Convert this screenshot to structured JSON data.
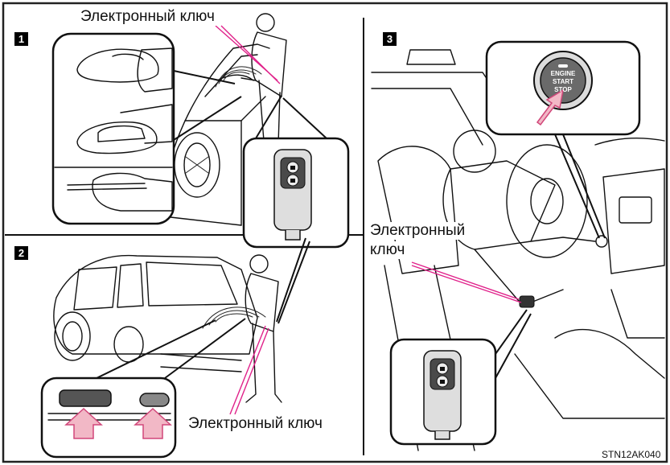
{
  "panels": {
    "p1": {
      "number": "1"
    },
    "p2": {
      "number": "2"
    },
    "p3": {
      "number": "3"
    }
  },
  "labels": {
    "key_p1": "Электронный ключ",
    "key_p2": "Электронный ключ",
    "key_p3_line1": "Электронный",
    "key_p3_line2": "ключ",
    "button_line1": "ENGINE",
    "button_line2": "START",
    "button_line3": "STOP"
  },
  "image_code": "STN12AK040",
  "colors": {
    "pointer": "#e0218a",
    "arrow_fill": "#f2b8c6",
    "arrow_stroke": "#d1477a"
  },
  "icons": {
    "key_fob": "key-fob-icon",
    "lock": "lock-icon",
    "unlock": "unlock-icon",
    "signal": "wave-icon"
  }
}
